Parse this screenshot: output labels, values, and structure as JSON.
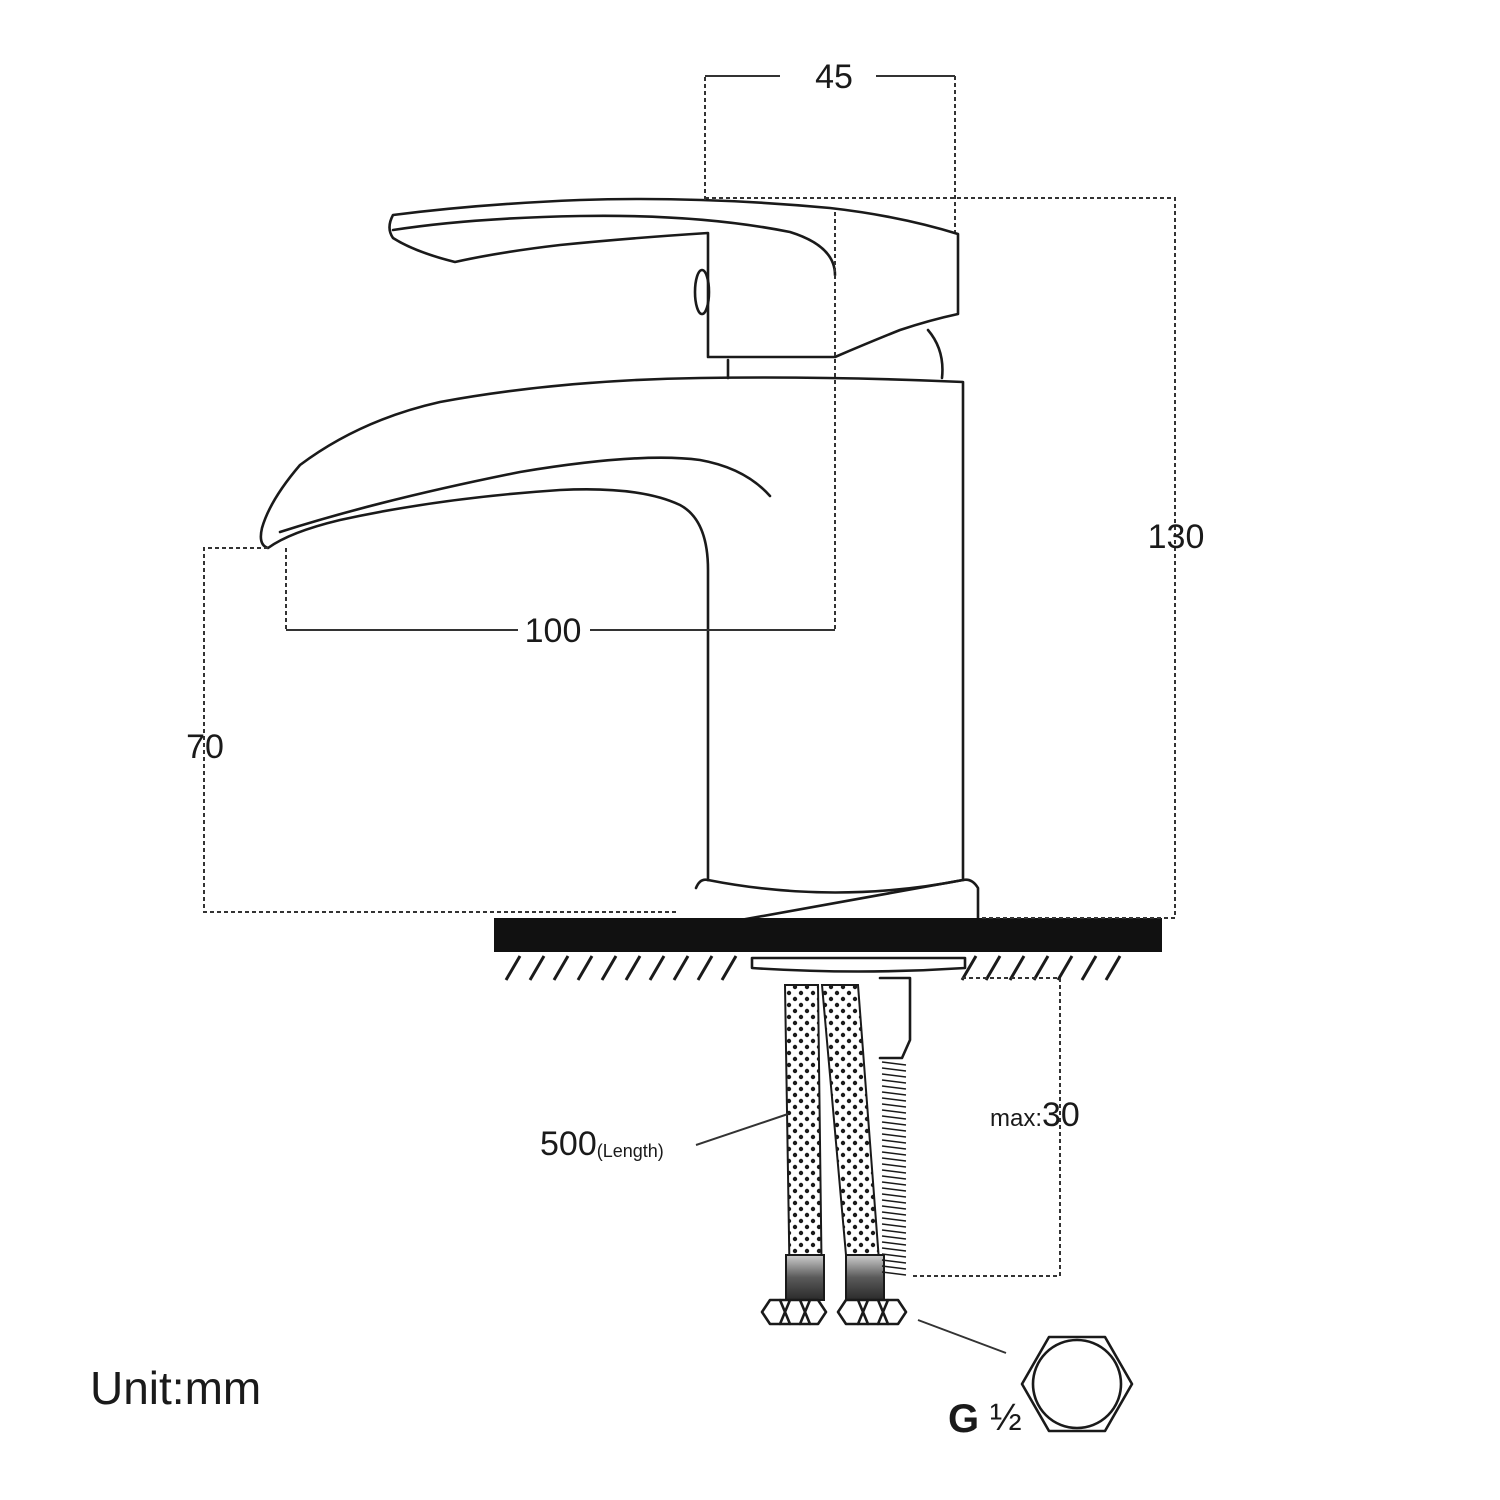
{
  "dimensions": {
    "top_width": "45",
    "total_height": "130",
    "spout_reach": "100",
    "spout_height": "70",
    "hose_length_value": "500",
    "hose_length_unit": "(Length)",
    "max_thickness_prefix": "max:",
    "max_thickness_value": "30"
  },
  "connector": {
    "thread_letter": "G",
    "thread_fraction": "½"
  },
  "unit_label": "Unit:mm",
  "colors": {
    "line": "#1a1a1a",
    "countertop": "#111111",
    "background": "#ffffff"
  }
}
